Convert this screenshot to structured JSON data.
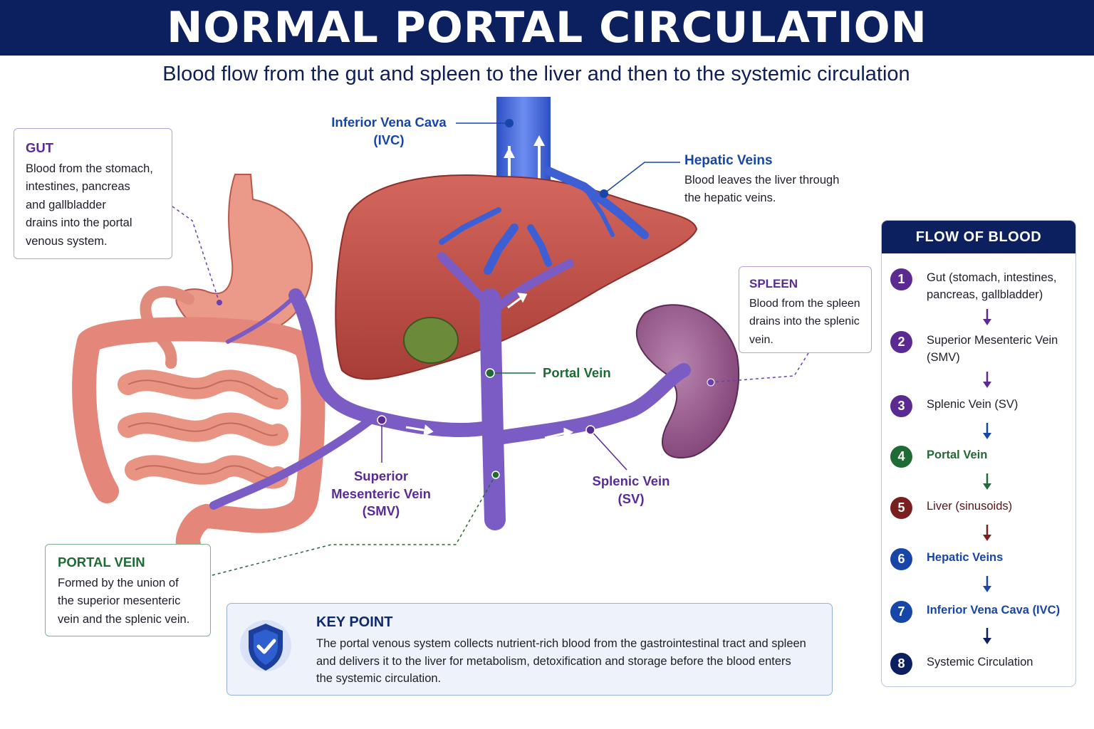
{
  "title": "NORMAL PORTAL CIRCULATION",
  "subtitle": "Blood flow from the gut and spleen to the liver and then to the systemic circulation",
  "labels": {
    "ivc_line1": "Inferior Vena Cava",
    "ivc_line2": "(IVC)",
    "hepatic_veins_title": "Hepatic Veins",
    "hepatic_veins_line1": "Blood leaves the liver through",
    "hepatic_veins_line2": "the hepatic veins.",
    "portal_vein": "Portal Vein",
    "smv_line1": "Superior",
    "smv_line2": "Mesenteric Vein",
    "smv_line3": "(SMV)",
    "sv_line1": "Splenic Vein",
    "sv_line2": "(SV)"
  },
  "gut_box": {
    "title": "GUT",
    "lines": [
      "Blood from the stomach,",
      "intestines, pancreas",
      "and gallbladder",
      "drains into the portal",
      "venous system."
    ]
  },
  "spleen_box": {
    "title": "SPLEEN",
    "lines": [
      "Blood from the spleen",
      "drains into the splenic",
      "vein."
    ]
  },
  "portal_box": {
    "title": "PORTAL VEIN",
    "lines": [
      "Formed by the union of",
      "the superior mesenteric",
      "vein and the splenic vein."
    ]
  },
  "key_point": {
    "title": "KEY POINT",
    "lines": [
      "The portal venous system collects nutrient-rich blood from the gastrointestinal tract and spleen",
      "and delivers it to the liver for metabolism, detoxification and storage before the blood enters",
      "the systemic circulation."
    ]
  },
  "flow": {
    "title": "FLOW OF BLOOD",
    "steps": [
      {
        "num": "1",
        "line1": "Gut (stomach, intestines,",
        "line2": "pancreas, gallbladder)",
        "color": "#5b2a91"
      },
      {
        "num": "2",
        "line1": "Superior Mesenteric Vein",
        "line2": "(SMV)",
        "color": "#5b2a91"
      },
      {
        "num": "3",
        "line1": "Splenic Vein (SV)",
        "line2": "",
        "color": "#5b2a91"
      },
      {
        "num": "4",
        "line1": "Portal Vein",
        "line2": "",
        "color": "#1e6b35"
      },
      {
        "num": "5",
        "line1": "Liver (sinusoids)",
        "line2": "",
        "color": "#7a1f1f"
      },
      {
        "num": "6",
        "line1": "Hepatic Veins",
        "line2": "",
        "color": "#1746a8"
      },
      {
        "num": "7",
        "line1": "Inferior Vena Cava (IVC)",
        "line2": "",
        "color": "#1746a8"
      },
      {
        "num": "8",
        "line1": "Systemic Circulation",
        "line2": "",
        "color": "#0c1f5e"
      }
    ]
  },
  "colors": {
    "navy": "#0c1f5e",
    "vein_purple": "#7b5cc4",
    "vein_blue": "#3f63d3",
    "liver": "#c2524a",
    "gut": "#e4877a",
    "spleen": "#9b5a8e",
    "portal_green": "#1e6b35"
  },
  "icons": [
    "shield-check-icon",
    "arrow-down-icon"
  ]
}
